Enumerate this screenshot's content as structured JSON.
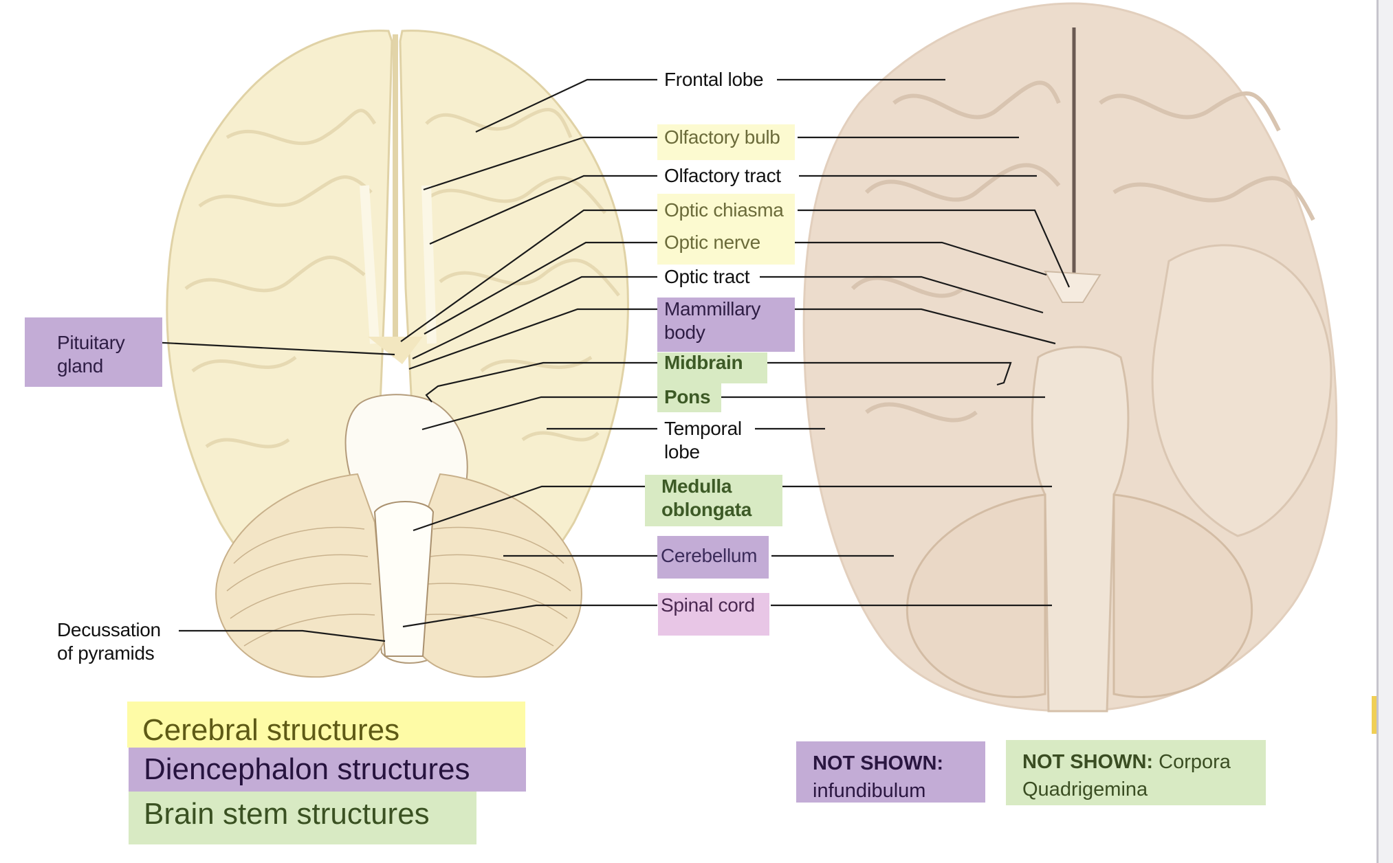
{
  "colors": {
    "cerebral": "#fefba6",
    "cerebral_light": "#fcfad0",
    "diencephalon": "#c3acd6",
    "brainstem": "#d8eac3",
    "spinal": "#e8c6e6",
    "brain_drawing": "#f7efd0",
    "brain_photo": "#ecdccd"
  },
  "labels": {
    "frontal_lobe": "Frontal lobe",
    "olfactory_bulb": "Olfactory bulb",
    "olfactory_tract": "Olfactory tract",
    "optic_chiasma": "Optic chiasma",
    "optic_nerve": "Optic nerve",
    "optic_tract": "Optic tract",
    "mammillary_body_1": "Mammillary",
    "mammillary_body_2": "body",
    "midbrain": "Midbrain",
    "pons": "Pons",
    "temporal_lobe_1": "Temporal",
    "temporal_lobe_2": "lobe",
    "medulla_1": "Medulla",
    "medulla_2": "oblongata",
    "cerebellum": "Cerebellum",
    "spinal_cord": "Spinal cord",
    "pituitary_1": "Pituitary",
    "pituitary_2": "gland",
    "decussation_1": "Decussation",
    "decussation_2": "of pyramids"
  },
  "legend": {
    "cerebral": "Cerebral structures",
    "diencephalon": "Diencephalon structures",
    "brainstem": "Brain stem structures"
  },
  "notes": {
    "not_shown_prefix": "NOT SHOWN:",
    "diencephalon_item": "infundibulum",
    "brainstem_item_1": "Corpora",
    "brainstem_item_2": "Quadrigemina"
  }
}
